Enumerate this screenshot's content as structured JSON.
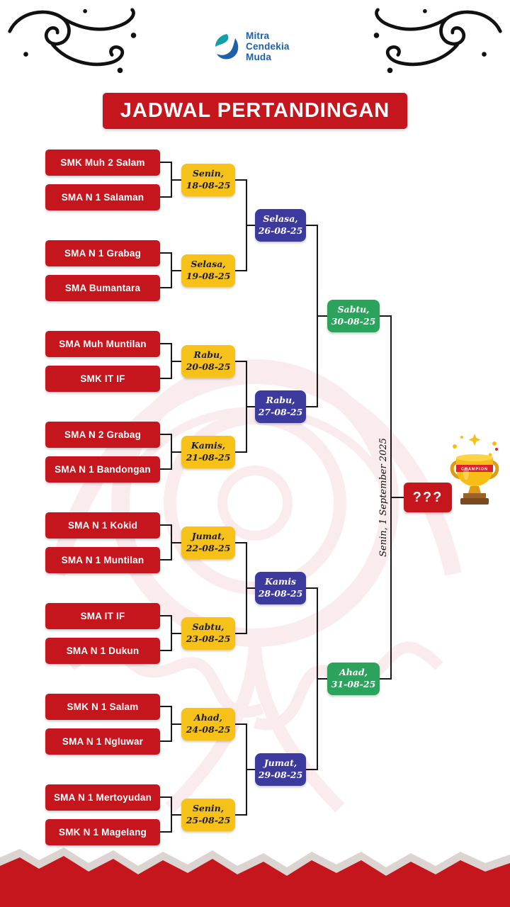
{
  "logo": {
    "line1": "Mitra",
    "line2": "Cendekia",
    "line3": "Muda"
  },
  "title": "JADWAL PERTANDINGAN",
  "bracket": {
    "round1_matches": [
      {
        "team_top": "SMK Muh 2 Salam",
        "team_bottom": "SMA N 1 Salaman",
        "day": "Senin,",
        "date": "18-08-25"
      },
      {
        "team_top": "SMA N 1 Grabag",
        "team_bottom": "SMA Bumantara",
        "day": "Selasa,",
        "date": "19-08-25"
      },
      {
        "team_top": "SMA Muh Muntilan",
        "team_bottom": "SMK IT IF",
        "day": "Rabu,",
        "date": "20-08-25"
      },
      {
        "team_top": "SMA N 2 Grabag",
        "team_bottom": "SMA N 1 Bandongan",
        "day": "Kamis,",
        "date": "21-08-25"
      },
      {
        "team_top": "SMA N 1 Kokid",
        "team_bottom": "SMA N 1 Muntilan",
        "day": "Jumat,",
        "date": "22-08-25"
      },
      {
        "team_top": "SMA IT IF",
        "team_bottom": "SMA N 1 Dukun",
        "day": "Sabtu,",
        "date": "23-08-25"
      },
      {
        "team_top": "SMK N 1 Salam",
        "team_bottom": "SMA N 1 Ngluwar",
        "day": "Ahad,",
        "date": "24-08-25"
      },
      {
        "team_top": "SMA N 1 Mertoyudan",
        "team_bottom": "SMK N 1 Magelang",
        "day": "Senin,",
        "date": "25-08-25"
      }
    ],
    "round2_matches": [
      {
        "day": "Selasa,",
        "date": "26-08-25"
      },
      {
        "day": "Rabu,",
        "date": "27-08-25"
      },
      {
        "day": "Kamis",
        "date": "28-08-25"
      },
      {
        "day": "Jumat,",
        "date": "29-08-25"
      }
    ],
    "round3_matches": [
      {
        "day": "Sabtu,",
        "date": "30-08-25"
      },
      {
        "day": "Ahad,",
        "date": "31-08-25"
      }
    ],
    "final": {
      "label": "???",
      "date": "Senin, 1 September 2025"
    }
  },
  "trophy": {
    "band": "CHAMPION"
  },
  "colors": {
    "red": "#C4161C",
    "yellow": "#F6C21A",
    "blue": "#3C3A9D",
    "green": "#2BA35C",
    "logo_blue": "#1D5FA9"
  }
}
